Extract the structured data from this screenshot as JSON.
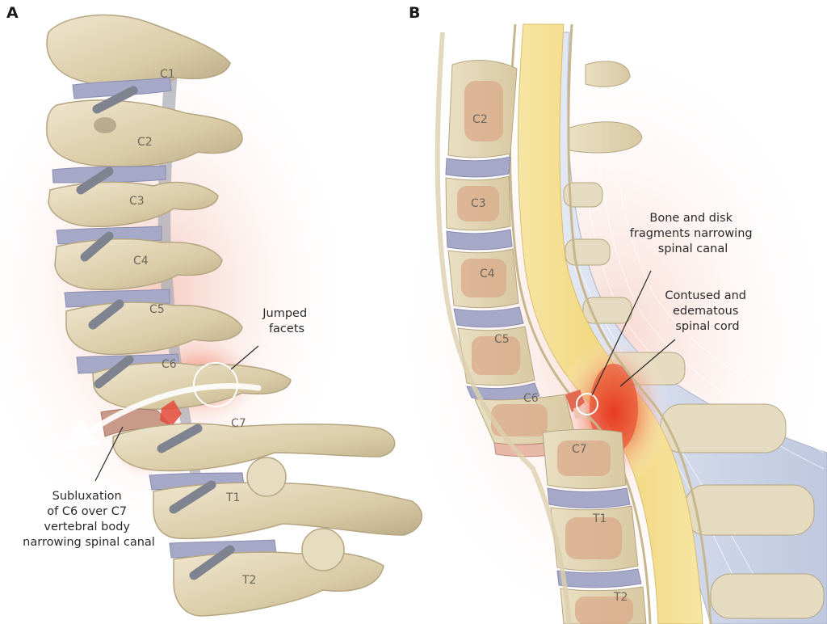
{
  "panels": {
    "a": {
      "letter": "A",
      "vertebrae": [
        "C1",
        "C2",
        "C3",
        "C4",
        "C5",
        "C6",
        "C7",
        "T1",
        "T2"
      ],
      "callouts": {
        "jumped_facets": [
          "Jumped",
          "facets"
        ],
        "subluxation": [
          "Subluxation",
          "of C6 over C7",
          "vertebral body",
          "narrowing spinal canal"
        ]
      }
    },
    "b": {
      "letter": "B",
      "vertebrae": [
        "C2",
        "C3",
        "C4",
        "C5",
        "C6",
        "C7",
        "T1",
        "T2"
      ],
      "callouts": {
        "fragments": [
          "Bone and disk",
          "fragments narrowing",
          "spinal canal"
        ],
        "contused": [
          "Contused and",
          "edematous",
          "spinal cord"
        ]
      }
    }
  },
  "colors": {
    "bone": "#e2d6b8",
    "bone_shadow": "#b9aa86",
    "marrow": "#d9a98a",
    "disk": "#a6a8c8",
    "nerve": "#7f838f",
    "cord": "#f3d988",
    "injury": "#e53a22",
    "ligament": "#c9d1e6"
  }
}
